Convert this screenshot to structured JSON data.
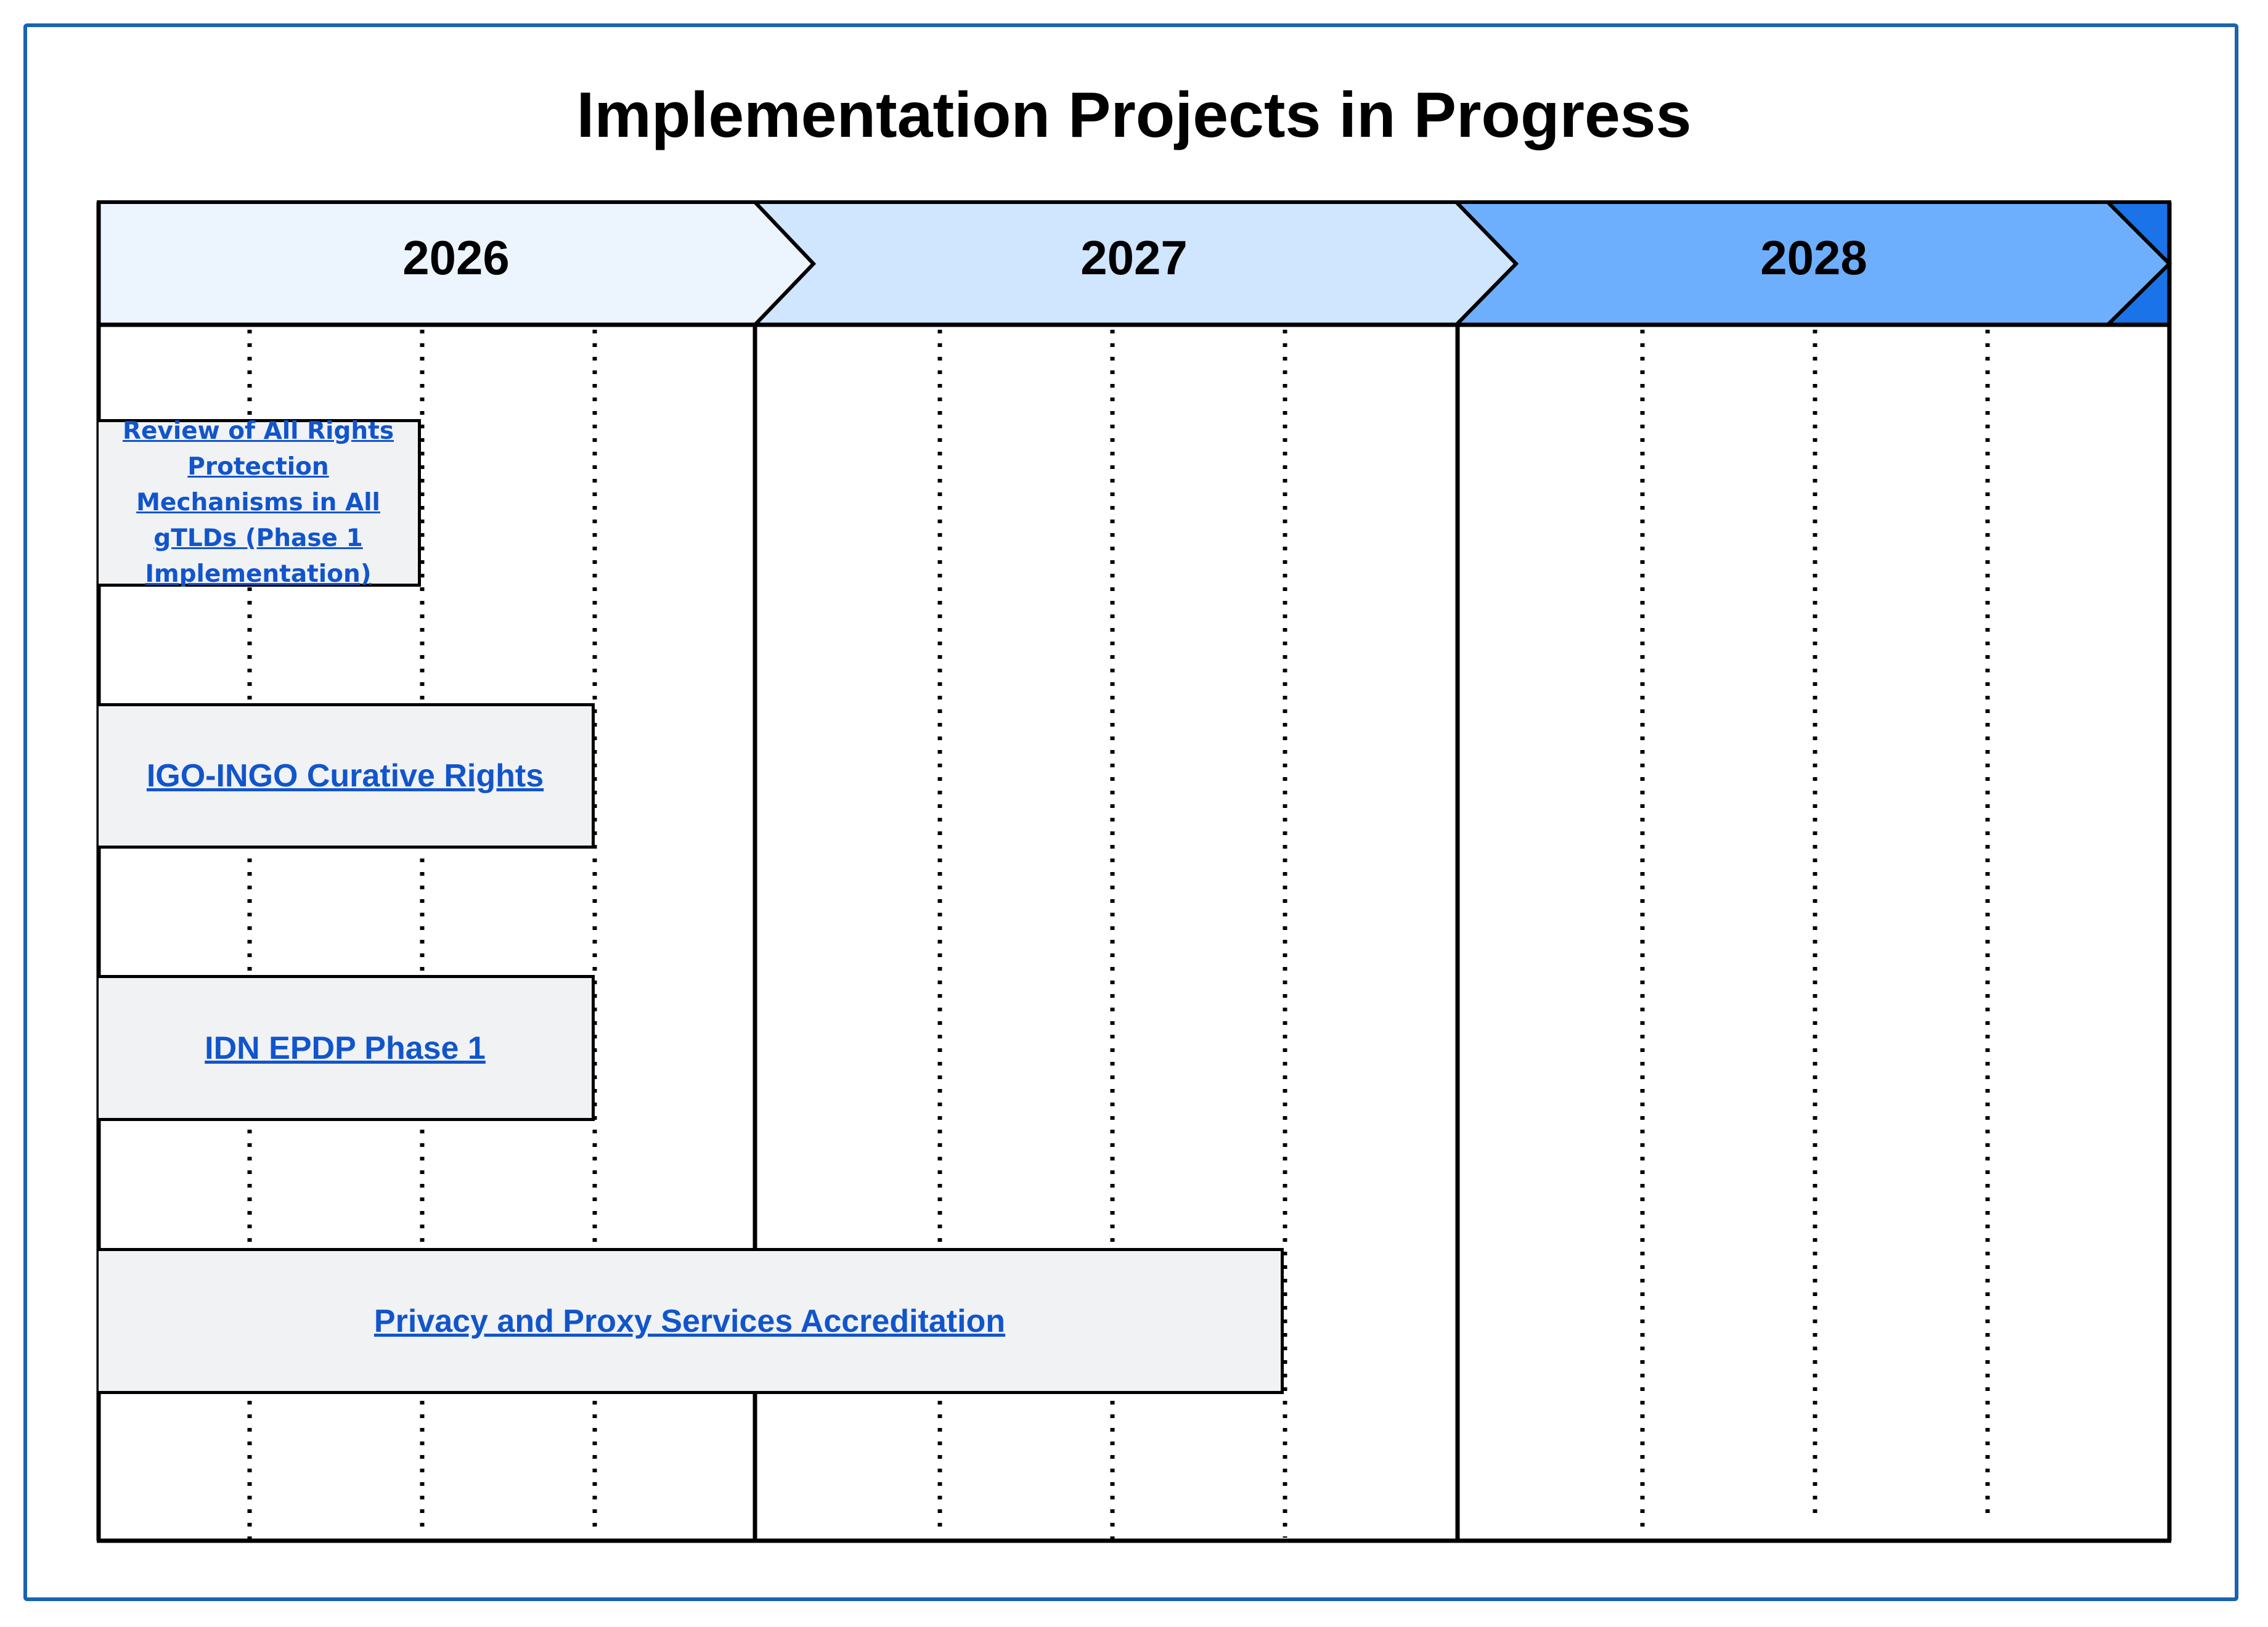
{
  "title": "Implementation Projects in Progress",
  "years": [
    {
      "label": "2026",
      "color": "#ecf4fe"
    },
    {
      "label": "2027",
      "color": "#d0e5fe"
    },
    {
      "label": "2028",
      "color": "#6eaffd"
    }
  ],
  "end_cap_color": "#1a73e8",
  "projects": [
    {
      "label": "Review of All Rights Protection Mechanisms in All gTLDs (Phase 1 Implementation)"
    },
    {
      "label": "IGO-INGO Curative Rights"
    },
    {
      "label": "IDN EPDP Phase 1"
    },
    {
      "label": "Privacy and Proxy Services Accreditation"
    }
  ]
}
